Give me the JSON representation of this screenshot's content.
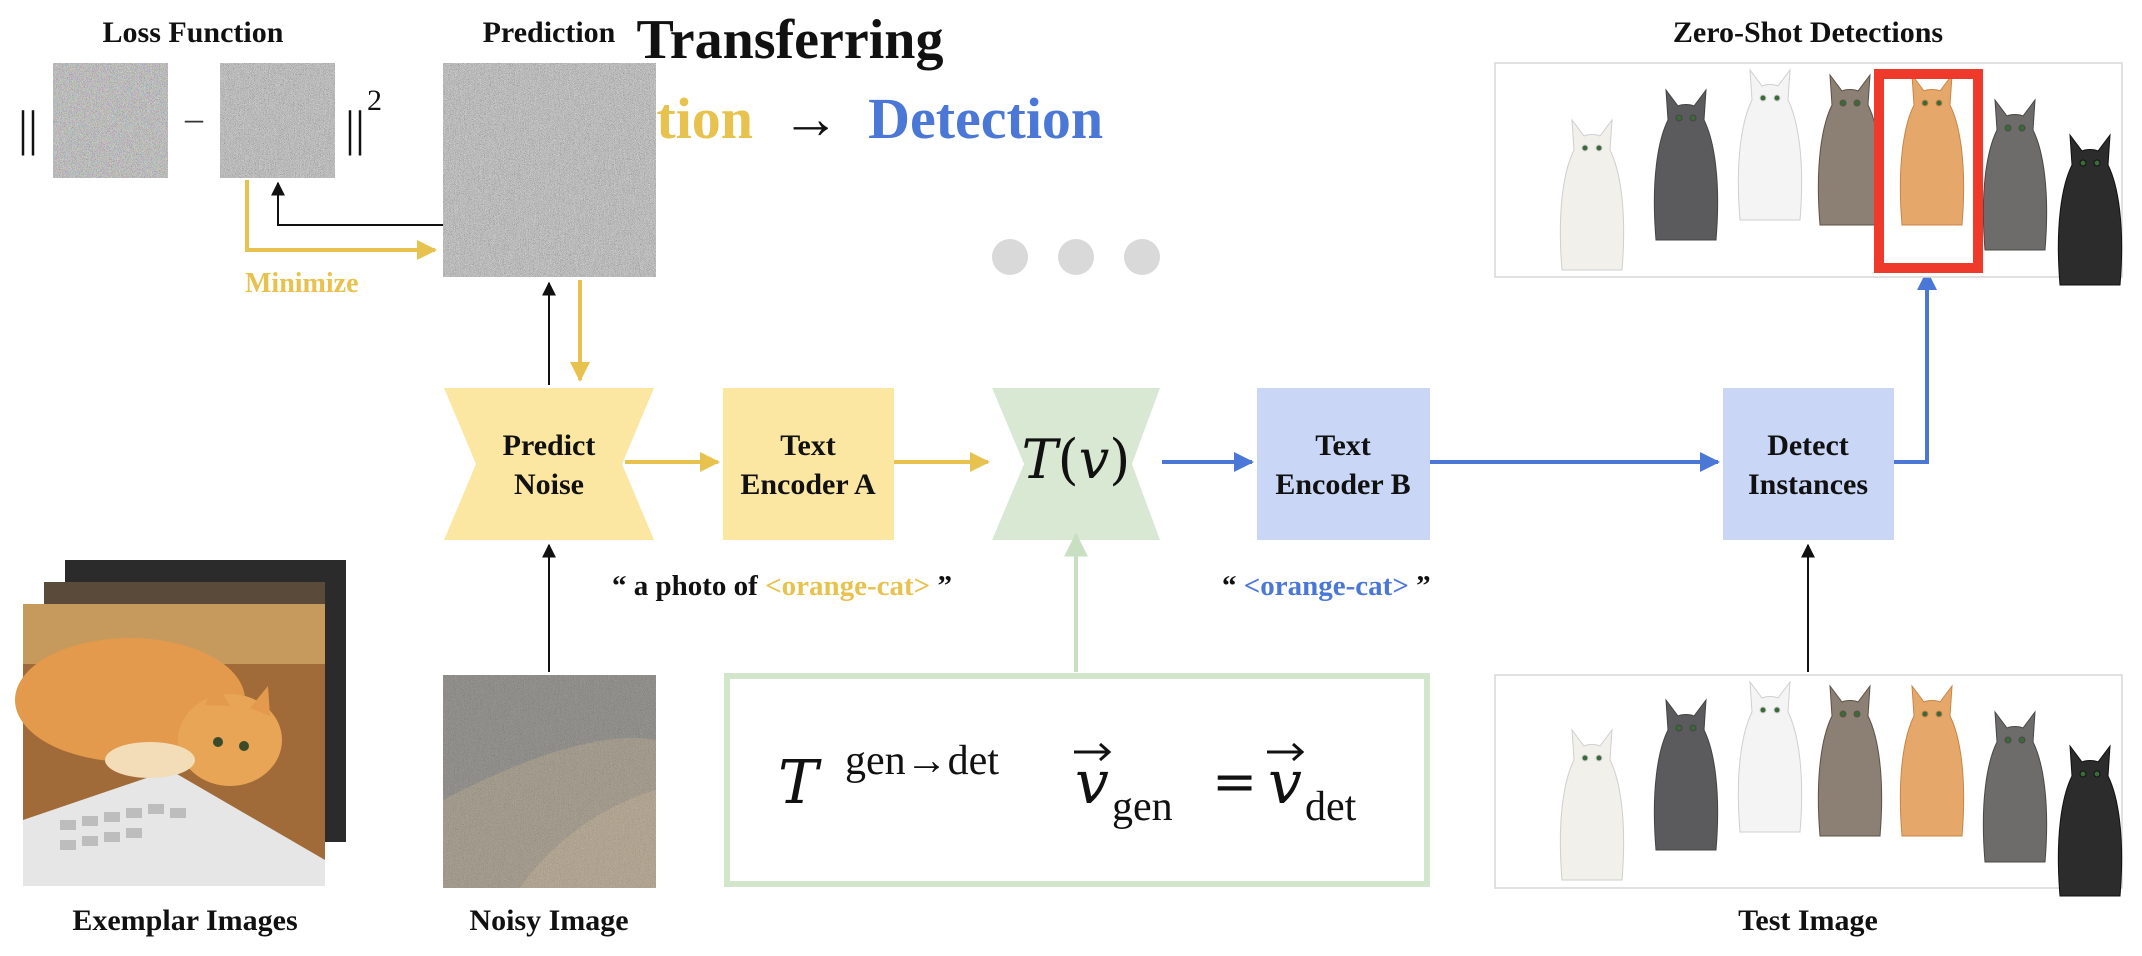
{
  "header": {
    "title": "Transferring",
    "from_word": "Generation",
    "arrow_glyph": "→",
    "to_word": "Detection"
  },
  "loss": {
    "title": "Loss Function",
    "open_bars": "||",
    "minus": "–",
    "close_bars": "||",
    "exponent": "2",
    "minimize_label": "Minimize"
  },
  "prediction": {
    "title": "Prediction"
  },
  "blocks": {
    "predict_noise": [
      "Predict",
      "Noise"
    ],
    "text_encoder_a": [
      "Text",
      "Encoder A"
    ],
    "transform": {
      "symbol": "T",
      "open": "(",
      "var": "v",
      "close": ")"
    },
    "text_encoder_b": [
      "Text",
      "Encoder B"
    ],
    "detect_instances": [
      "Detect",
      "Instances"
    ]
  },
  "ellipsis": "• • •",
  "prompts": {
    "gen": {
      "open": "“ a photo of ",
      "token": "<orange-cat>",
      "close": " ”"
    },
    "det": {
      "open": "“ ",
      "token": "<orange-cat>",
      "close": " ”"
    }
  },
  "equation": {
    "T": "T",
    "superscript": "gen→det",
    "v_gen": "v",
    "gen_sub": "gen",
    "equals": "=",
    "v_det": "v",
    "det_sub": "det"
  },
  "captions": {
    "exemplar": "Exemplar Images",
    "noisy": "Noisy Image",
    "zero_shot": "Zero-Shot Detections",
    "test": "Test Image"
  },
  "colors": {
    "generation": "#e8c24e",
    "detection": "#4b78d6",
    "gen_block_fill": "#fbe6a2",
    "det_block_fill": "#c9d6f5",
    "transform_fill": "#d9e8d2",
    "equation_border": "#d2e6cc",
    "detection_box": "#ef3a2b",
    "dots": "#d9d9d9"
  },
  "icons": {
    "noise_image": "noise-image-icon",
    "cat_photo": "cat-photo-icon",
    "cats_row": "cats-row-icon"
  }
}
